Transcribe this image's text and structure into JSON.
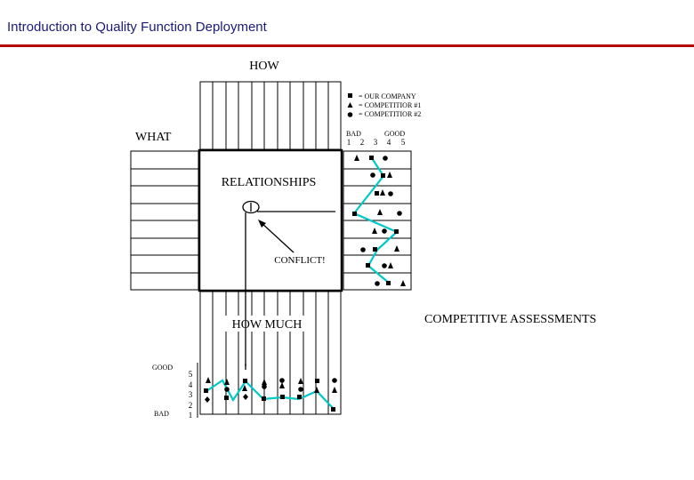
{
  "header": {
    "title": "Introduction to Quality Function Deployment"
  },
  "labels": {
    "how": "HOW",
    "what": "WHAT",
    "relationships": "RELATIONSHIPS",
    "conflict": "CONFLICT!",
    "how_much": "HOW MUCH",
    "competitive": "COMPETITIVE ASSESSMENTS"
  },
  "legend": [
    {
      "symbol": "square",
      "text": "= OUR COMPANY"
    },
    {
      "symbol": "triangle",
      "text": "= COMPETITIOR #1"
    },
    {
      "symbol": "circle",
      "text": "= COMPETITIOR #2"
    }
  ],
  "scale_top": {
    "bad": "BAD",
    "good": "GOOD",
    "numbers": [
      "1",
      "2",
      "3",
      "4",
      "5"
    ]
  },
  "scale_bottom": {
    "good": "GOOD",
    "bad": "BAD",
    "numbers": [
      "5",
      "4",
      "3",
      "2",
      "1"
    ]
  },
  "colors": {
    "line": "#00c8c8",
    "header_text": "#1a1a7a",
    "header_rule": "#b40000"
  }
}
